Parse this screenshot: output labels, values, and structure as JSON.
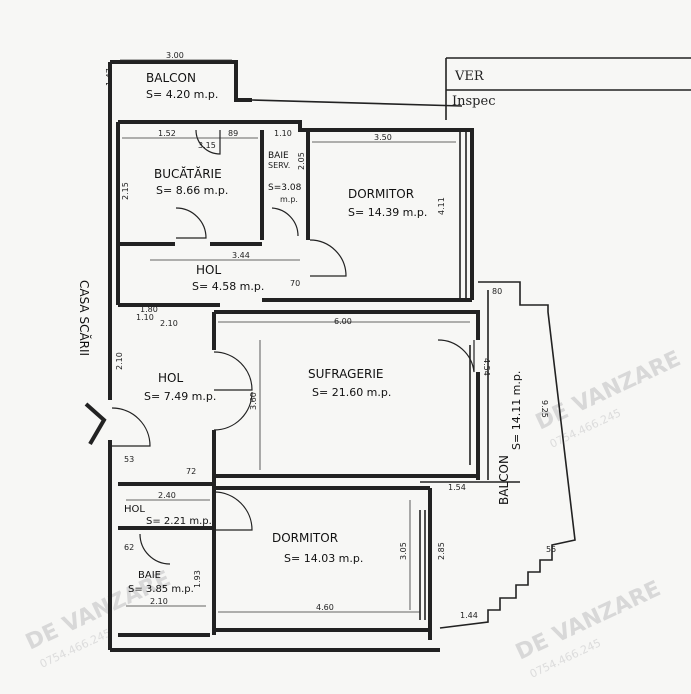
{
  "header": {
    "line1": "VER",
    "line2": "Inspec"
  },
  "stair_label": "CASA SCĂRII",
  "rooms": [
    {
      "name": "BALCON",
      "area": "S= 4.20 m.p."
    },
    {
      "name": "BUCĂTĂRIE",
      "area": "S= 8.66 m.p."
    },
    {
      "name": "BAIE",
      "sub": "SERV.",
      "area": "S=3.08",
      "unit": "m.p."
    },
    {
      "name": "DORMITOR",
      "area": "S= 14.39 m.p."
    },
    {
      "name": "HOL",
      "area": "S= 4.58 m.p."
    },
    {
      "name": "SUFRAGERIE",
      "area": "S= 21.60 m.p."
    },
    {
      "name": "HOL",
      "area": "S= 7.49 m.p."
    },
    {
      "name": "HOL",
      "area": "S= 2.21 m.p."
    },
    {
      "name": "DORMITOR",
      "area": "S= 14.03 m.p."
    },
    {
      "name": "BAIE",
      "area": "S= 3.85 m.p."
    },
    {
      "name": "BALCON",
      "area": "S= 14.11 m.p."
    }
  ],
  "dimensions": {
    "balcon_top": "3.00",
    "balcon_side": "1.47",
    "bucatarie_w": "1.52",
    "bucatarie_d1": "3.15",
    "bucatarie_h": "2.15",
    "bucatarie_d2": "89",
    "baie_serv_w": "1.10",
    "baie_serv_h": "2.05",
    "dormitor1_w": "3.50",
    "dormitor1_h": "4.11",
    "hol1_w": "3.44",
    "hol1_a": "1.80",
    "hol1_b": "1.10",
    "hol1_c": "70",
    "sufr_w": "6.00",
    "sufr_h": "3.60",
    "sufr_a": "2.10",
    "sufr_door": "4.54",
    "hol2_h": "2.10",
    "hol3_w": "2.40",
    "hol3_a": "53",
    "hol3_b": "72",
    "dormitor2_w": "4.60",
    "dormitor2_h": "3.05",
    "dormitor2_h2": "2.85",
    "baie_w": "2.10",
    "baie_h": "1.93",
    "baie_a": "62",
    "balcon2_len": "9.25",
    "balcon2_a": "80",
    "balcon2_b": "1.54",
    "balcon2_c": "1.44",
    "balcon2_d": "55"
  },
  "watermark": {
    "brand": "DE VANZARE",
    "phone": "0754.466.245"
  }
}
